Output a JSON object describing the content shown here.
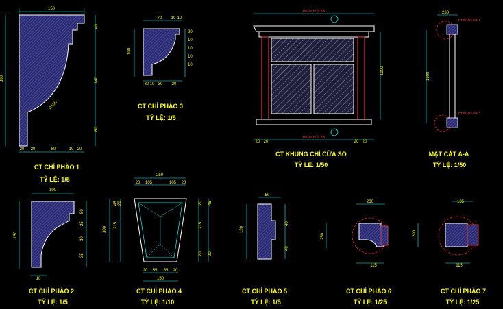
{
  "drawings": {
    "phao1": {
      "title": "CT CHỈ PHÀO 1",
      "scale": "TỶ LỆ: 1/5",
      "dims": [
        "150",
        "380",
        "40",
        "140",
        "80",
        "20",
        "20",
        "80",
        "10",
        "20",
        "R100"
      ]
    },
    "phao3": {
      "title": "CT CHỈ PHÀO 3",
      "scale": "TỶ LỆ: 1/5",
      "dims": [
        "70",
        "10",
        "10",
        "100",
        "20",
        "10",
        "10",
        "10",
        "10",
        "30",
        "10",
        "30",
        "20"
      ]
    },
    "khung": {
      "title": "CT KHUNG CHỈ CỬA SỔ",
      "scale": "TỶ LỆ: 1/50",
      "dims": [
        "1900",
        "20",
        "20",
        "20",
        "20"
      ],
      "labels": [
        "RỘNG CỬA SỔ",
        "RỘNG CỬA SỔ"
      ]
    },
    "matcat": {
      "title": "MẶT CẮT A-A",
      "scale": "TỶ LỆ: 1/50",
      "dims": [
        "230",
        "1900"
      ],
      "labels": [
        "CT PHÀO CHỈ 6",
        "CT PHÀO CHỈ 7"
      ]
    },
    "phao2": {
      "title": "CT CHỈ PHÀO 2",
      "scale": "TỶ LỆ: 1/5",
      "dims": [
        "100",
        "150",
        "50",
        "25",
        "30",
        "35",
        "10"
      ]
    },
    "phao4": {
      "title": "CT CHỈ PHÀO 4",
      "scale": "TỶ LỆ: 1/10",
      "dims": [
        "250",
        "105",
        "105",
        "20",
        "20",
        "45",
        "20",
        "215",
        "300",
        "215",
        "20",
        "45",
        "20",
        "20",
        "20",
        "55",
        "55",
        "20",
        "150"
      ]
    },
    "phao5": {
      "title": "CT CHỈ PHÀO 5",
      "scale": "TỶ LỆ: 1/5",
      "dims": [
        "50",
        "120",
        "40",
        "40"
      ]
    },
    "phao6": {
      "title": "CT CHỈ PHÀO 6",
      "scale": "TỶ LỆ: 1/25",
      "dims": [
        "230",
        "250",
        "115"
      ]
    },
    "phao7": {
      "title": "CT CHỈ PHÀO 7",
      "scale": "TỶ LỆ: 1/25",
      "dims": [
        "135",
        "200",
        "115"
      ]
    }
  },
  "colors": {
    "background": "#000000",
    "outline": "#ffffff",
    "dimension": "#00ffff",
    "text": "#ffff00",
    "section": "#ff2020",
    "hatch": "#4040a0"
  }
}
